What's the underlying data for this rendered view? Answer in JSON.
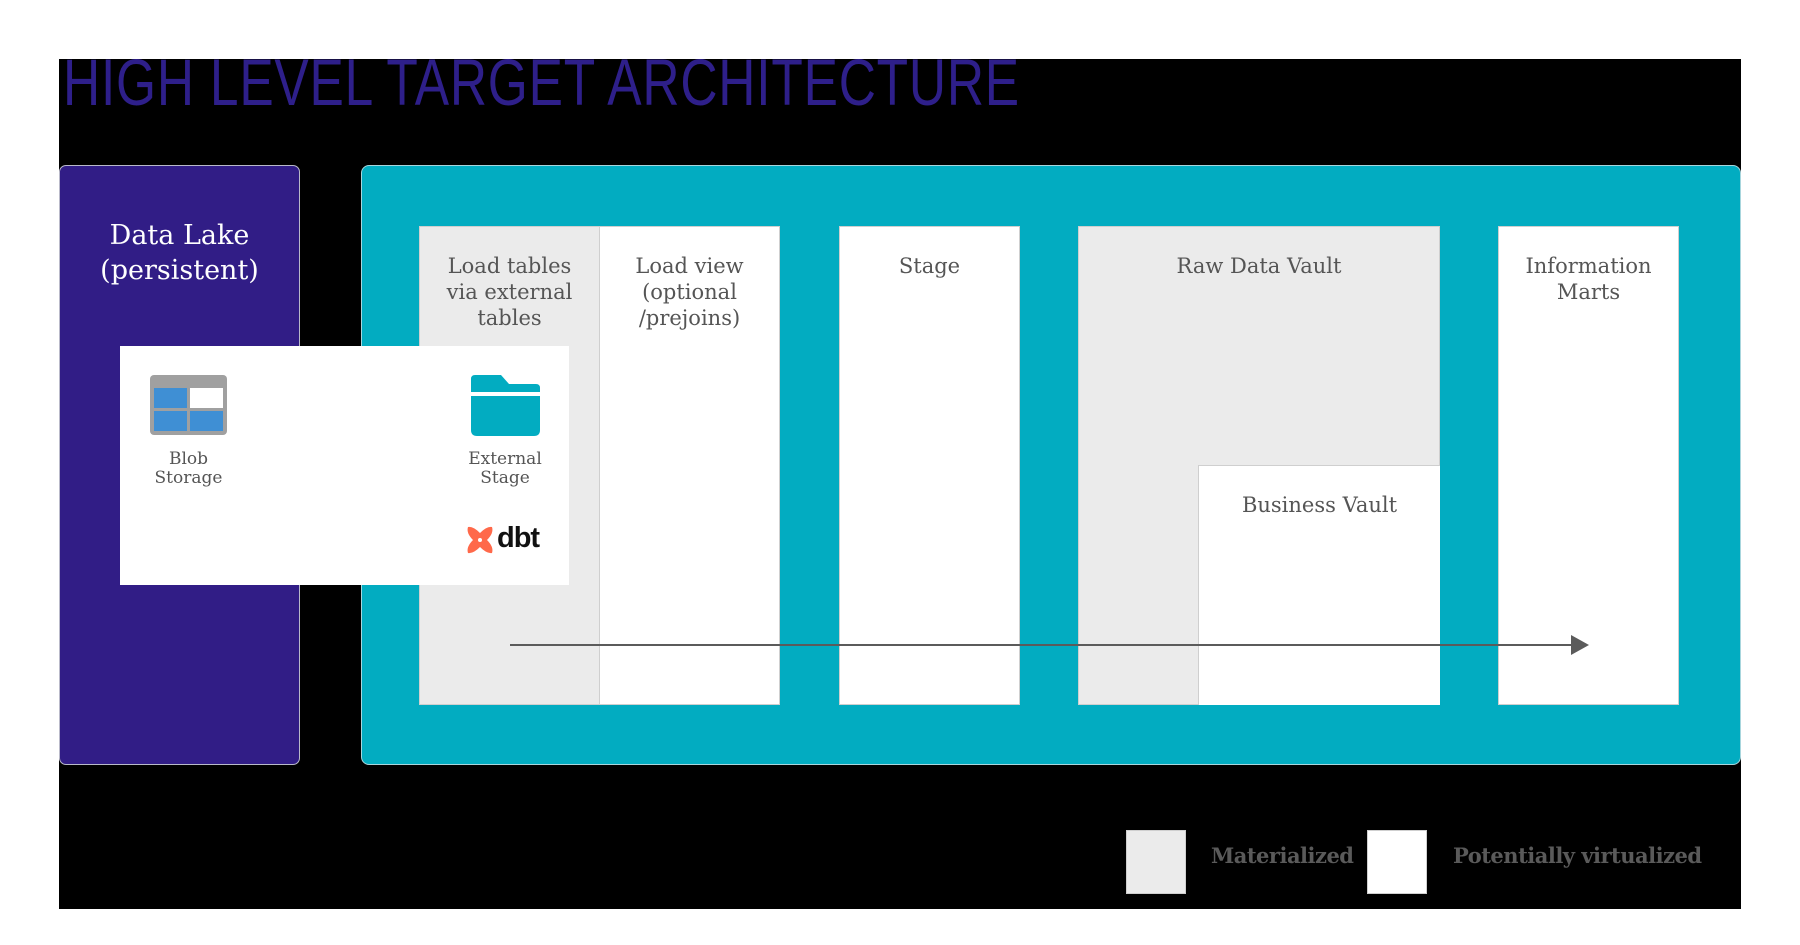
{
  "title": "HIGH LEVEL TARGET ARCHITECTURE",
  "colors": {
    "title": "#2e1f8a",
    "data_lake": "#311d86",
    "warehouse": "#02acc1",
    "materialized": "#ebebeb",
    "potentially_virtualized": "#ffffff",
    "text": "#555555",
    "arrow": "#5b5b5b",
    "dbt_logo": "#ff694a"
  },
  "data_lake": {
    "label_line1": "Data Lake",
    "label_line2": "(persistent)"
  },
  "source_overlay": {
    "blob_storage": {
      "icon": "blob-storage-icon",
      "label_line1": "Blob",
      "label_line2": "Storage"
    },
    "external_stage": {
      "icon": "folder-icon",
      "label_line1": "External",
      "label_line2": "Stage"
    },
    "dbt_logo": {
      "icon": "dbt-logo-icon",
      "text": "dbt"
    }
  },
  "layers": [
    {
      "id": "load-tables",
      "lines": [
        "Load tables",
        "via external",
        "tables"
      ],
      "type": "Materialized"
    },
    {
      "id": "load-view",
      "lines": [
        "Load view",
        "(optional",
        "/prejoins)"
      ],
      "type": "Potentially virtualized"
    },
    {
      "id": "stage",
      "lines": [
        "Stage"
      ],
      "type": "Potentially virtualized"
    },
    {
      "id": "raw-data-vault",
      "lines": [
        "Raw Data Vault"
      ],
      "type": "Materialized"
    },
    {
      "id": "business-vault",
      "lines": [
        "Business Vault"
      ],
      "type": "Potentially virtualized"
    },
    {
      "id": "information-marts",
      "lines": [
        "Information",
        "Marts"
      ],
      "type": "Potentially virtualized"
    }
  ],
  "flow_arrow": {
    "icon": "arrow-right-icon",
    "from": "Load tables via external tables",
    "to": "Information Marts"
  },
  "legend": [
    {
      "label": "Materialized",
      "color": "#ebebeb"
    },
    {
      "label": "Potentially virtualized",
      "color": "#ffffff"
    }
  ]
}
